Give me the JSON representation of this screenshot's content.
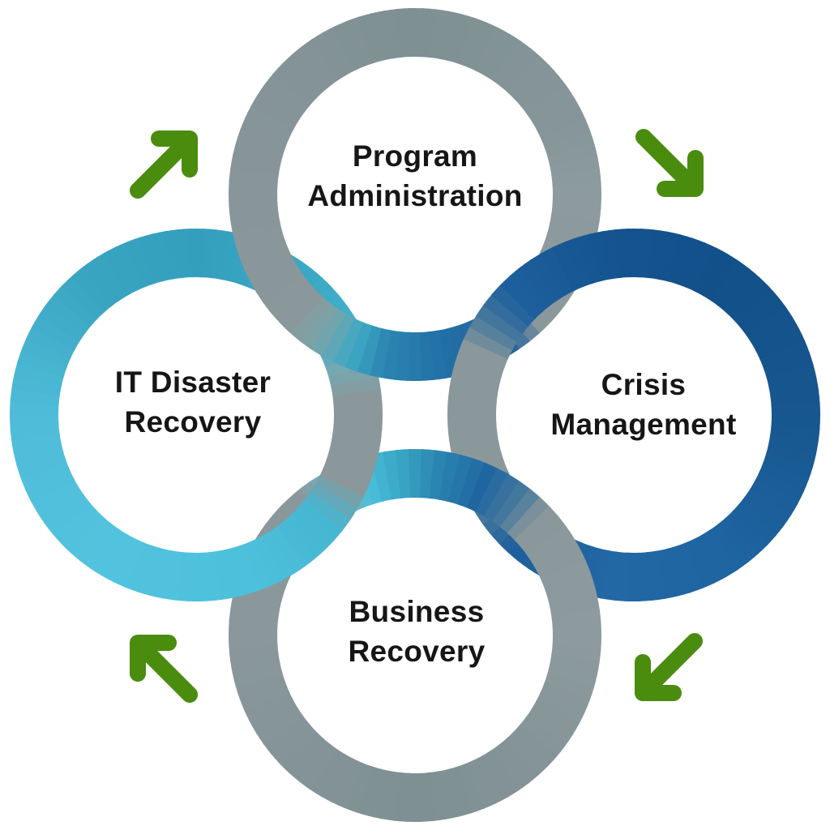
{
  "diagram": {
    "type": "interlocking-rings-cycle",
    "background": "#ffffff",
    "nodes": {
      "top": {
        "label": "Program\nAdministration",
        "ring_color_name": "gray"
      },
      "right": {
        "label": "Crisis\nManagement",
        "ring_color_name": "dark-blue"
      },
      "bottom": {
        "label": "Business\nRecovery",
        "ring_color_name": "gray"
      },
      "left": {
        "label": "IT Disaster\nRecovery",
        "ring_color_name": "cyan"
      }
    },
    "colors": {
      "text": "#161616",
      "gray": "#8a989b",
      "cyan": "#4cc0dc",
      "dark_blue": "#17568f",
      "arrow_green": "#4a8c0e",
      "background": "#ffffff"
    },
    "arrows": {
      "color": "#4a8c0e",
      "items": [
        {
          "position": "top-left",
          "direction": "up-right"
        },
        {
          "position": "top-right",
          "direction": "down-right"
        },
        {
          "position": "bottom-right",
          "direction": "down-left"
        },
        {
          "position": "bottom-left",
          "direction": "up-left"
        }
      ]
    },
    "rings": [
      {
        "name": "ring-it-disaster-recovery",
        "center": "left",
        "color_stops": [
          [
            0,
            "#8a989b"
          ],
          [
            24,
            "#8a989b"
          ],
          [
            38,
            "#45b6d1"
          ],
          [
            70,
            "#4cc0dc"
          ],
          [
            120,
            "#52c3de"
          ],
          [
            180,
            "#4fbcd9"
          ],
          [
            230,
            "#3aa5c1"
          ],
          [
            270,
            "#339fbd"
          ],
          [
            310,
            "#3ba9c5"
          ],
          [
            330,
            "#43b0cb"
          ],
          [
            342,
            "#74a9b1"
          ],
          [
            354,
            "#8a989b"
          ],
          [
            360,
            "#8a989b"
          ]
        ]
      },
      {
        "name": "ring-program-administration",
        "center": "top",
        "color_stops": [
          [
            0,
            "#8d9b9e"
          ],
          [
            46,
            "#8a989b"
          ],
          [
            58,
            "#26639f"
          ],
          [
            80,
            "#2270a7"
          ],
          [
            100,
            "#2a84b0"
          ],
          [
            112,
            "#3fa9c4"
          ],
          [
            124,
            "#7aa4a9"
          ],
          [
            134,
            "#8a989b"
          ],
          [
            200,
            "#87959a"
          ],
          [
            270,
            "#7e9093"
          ],
          [
            340,
            "#87969a"
          ],
          [
            360,
            "#8d9b9e"
          ]
        ]
      },
      {
        "name": "ring-crisis-management",
        "center": "right",
        "color_stops": [
          [
            0,
            "#17568f"
          ],
          [
            60,
            "#1f65a2"
          ],
          [
            100,
            "#2268a4"
          ],
          [
            132,
            "#1d5f9d"
          ],
          [
            148,
            "#4a7a9c"
          ],
          [
            158,
            "#8a989b"
          ],
          [
            202,
            "#8a989b"
          ],
          [
            212,
            "#4a7a9c"
          ],
          [
            224,
            "#1d5f9d"
          ],
          [
            260,
            "#155490"
          ],
          [
            300,
            "#12508a"
          ],
          [
            360,
            "#17568f"
          ]
        ]
      },
      {
        "name": "ring-business-recovery",
        "center": "bottom",
        "color_stops": [
          [
            0,
            "#8d9b9e"
          ],
          [
            50,
            "#849397"
          ],
          [
            90,
            "#7e9093"
          ],
          [
            130,
            "#849397"
          ],
          [
            180,
            "#8a989b"
          ],
          [
            230,
            "#8a989b"
          ],
          [
            242,
            "#6fb3c0"
          ],
          [
            252,
            "#49c0dc"
          ],
          [
            264,
            "#3aa8c6"
          ],
          [
            278,
            "#2a85b0"
          ],
          [
            294,
            "#1f66a1"
          ],
          [
            308,
            "#4a7a9c"
          ],
          [
            316,
            "#8a989b"
          ],
          [
            360,
            "#8d9b9e"
          ]
        ]
      },
      {
        "name": "ring-it-disaster-recovery-overlap",
        "center": "left",
        "arc_from": 6,
        "arc_to": 86,
        "color_stops": [
          [
            0,
            "#8a989b"
          ],
          [
            24,
            "#8a989b"
          ],
          [
            38,
            "#45b6d1"
          ],
          [
            70,
            "#4cc0dc"
          ],
          [
            120,
            "#52c3de"
          ],
          [
            180,
            "#4fbcd9"
          ],
          [
            230,
            "#3aa5c1"
          ],
          [
            270,
            "#339fbd"
          ],
          [
            310,
            "#3ba9c5"
          ],
          [
            330,
            "#43b0cb"
          ],
          [
            342,
            "#74a9b1"
          ],
          [
            354,
            "#8a989b"
          ],
          [
            360,
            "#8a989b"
          ]
        ]
      }
    ]
  }
}
